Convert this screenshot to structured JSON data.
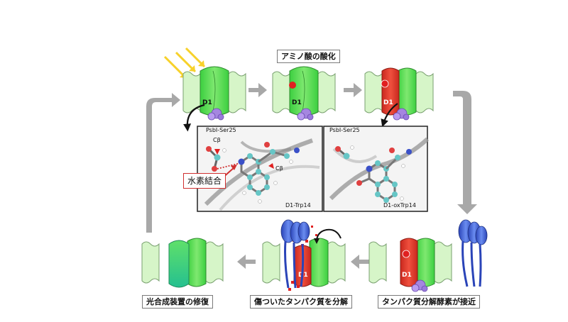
{
  "captions": {
    "oxidation": "アミノ酸の酸化",
    "repair": "光合成装置の修復",
    "degrade": "傷ついたタンパク質を分解",
    "approach": "タンパク質分解酵素が接近"
  },
  "hbond_label": "水素結合",
  "d1_label": "D1",
  "panel_left": {
    "top_label": "PsbI-Ser25",
    "bottom_label": "D1-Trp14",
    "cbeta1": "Cβ",
    "cbeta2": "Cβ"
  },
  "panel_right": {
    "top_label": "PsbI-Ser25",
    "bottom_label": "D1-oxTrp14"
  },
  "colors": {
    "light_green": "#d6f5c8",
    "green": "#5ed858",
    "red": "#e03a2c",
    "purple": "#a586e0",
    "blue": "#4060d8",
    "arrow_gray": "#a8a8a8",
    "yellow": "#f7d12a",
    "hbond": "#d03030"
  }
}
